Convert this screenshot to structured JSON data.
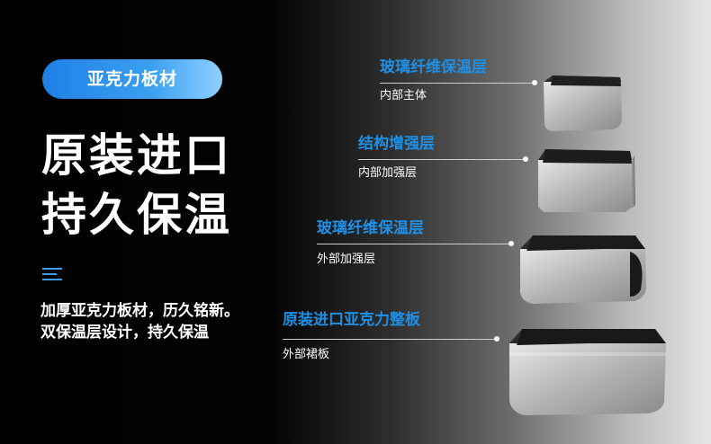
{
  "badge": "亚克力板材",
  "headline": [
    "原装进口",
    "持久保温"
  ],
  "description": [
    "加厚亚克力板材，历久铭新。",
    "双保温层设计，持久保温"
  ],
  "layers": [
    {
      "title": "玻璃纤维保温层",
      "subtitle": "内部主体"
    },
    {
      "title": "结构增强层",
      "subtitle": "内部加强层"
    },
    {
      "title": "玻璃纤维保温层",
      "subtitle": "外部加强层"
    },
    {
      "title": "原装进口亚克力整板",
      "subtitle": "外部裙板"
    }
  ],
  "colors": {
    "accent": "#1e90e6",
    "badge_start": "#1f7fe6",
    "badge_end": "#8fd0ff"
  },
  "icons": [
    "menu-lines-icon"
  ]
}
